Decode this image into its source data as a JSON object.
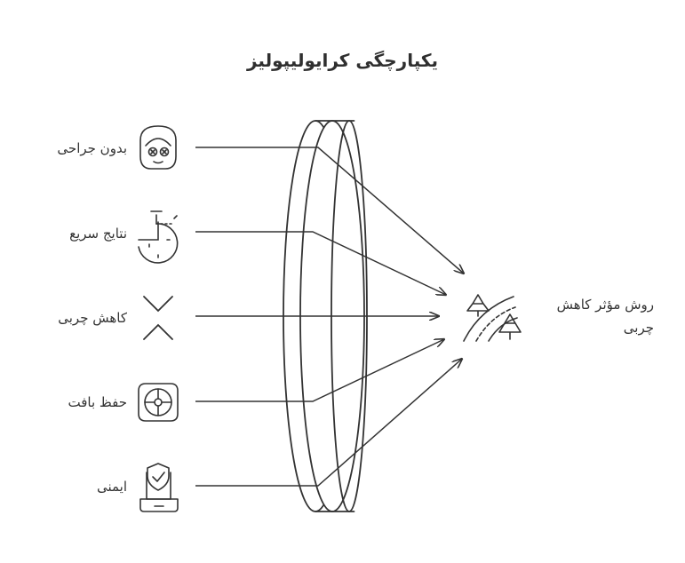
{
  "title": "یکپارچگی کرایولیپولیز",
  "benefits": [
    {
      "label": "بدون جراحی",
      "icon": "smiling-face-icon"
    },
    {
      "label": "نتایج سریع",
      "icon": "stopwatch-icon"
    },
    {
      "label": "کاهش چربی",
      "icon": "converging-arrows-icon"
    },
    {
      "label": "حفظ بافت",
      "icon": "tissue-wheel-icon"
    },
    {
      "label": "ایمنی",
      "icon": "shield-check-icon"
    }
  ],
  "target": {
    "label": "روش مؤثر کاهش چربی",
    "icon": "road-with-trees-icon"
  },
  "colors": {
    "stroke": "#333333",
    "text": "#333333"
  }
}
